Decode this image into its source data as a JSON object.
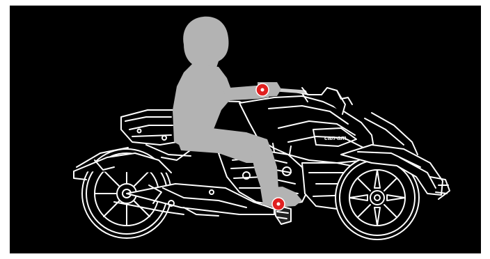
{
  "illustration": {
    "brand_text": "can-am",
    "colors": {
      "background": "#000000",
      "outline": "#ffffff",
      "rider": "#b3b3b3",
      "hotspot": "#e02020"
    },
    "hotspots": [
      {
        "name": "handlebar-hotspot"
      },
      {
        "name": "footpeg-hotspot"
      }
    ]
  }
}
